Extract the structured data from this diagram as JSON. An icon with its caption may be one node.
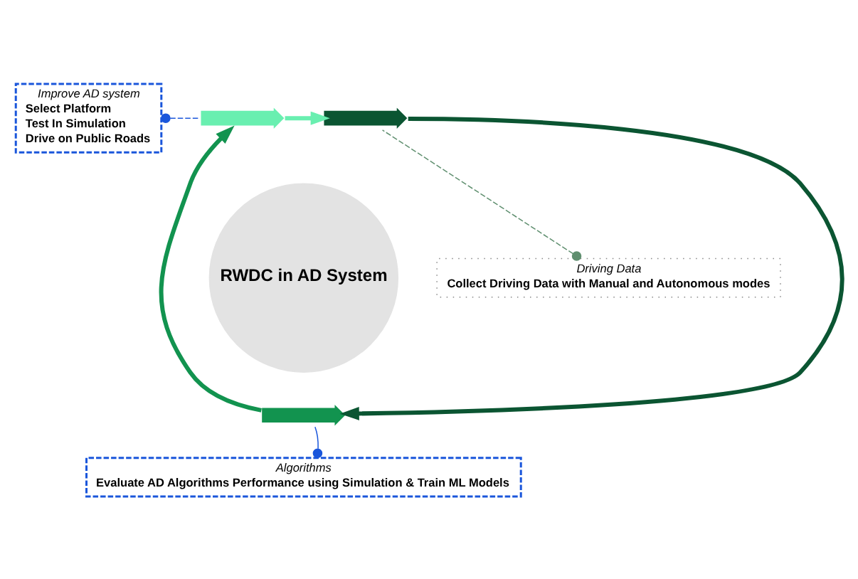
{
  "diagram": {
    "nodes": [
      {
        "text": [
          "Improve AD system",
          "Select Platform",
          "Test In Simulation",
          "Drive on Public Roads"
        ]
      },
      {
        "text": [
          "Driving Data",
          "Collect Driving Data with Manual and Autonomous modes"
        ]
      },
      {
        "text": [
          "RWDC in AD System"
        ]
      },
      {
        "text": [],
        "shape": "arc"
      },
      {
        "text": [],
        "shape": "arc"
      },
      {
        "text": [],
        "shape": "arc"
      },
      {
        "text": [
          "Algorithms",
          "Evaluate AD Algorithms Performance using Simulation & Train ML Models"
        ]
      }
    ],
    "edges": [
      {
        "from": 0,
        "to": 3,
        "arrow": "other",
        "style": "dashed",
        "color": "#1a56db"
      },
      {
        "from": 1,
        "to": 4,
        "arrow": "other",
        "style": "dashed",
        "color": "#5f8f6f"
      },
      {
        "from": 6,
        "to": 5,
        "arrow": "other",
        "color": "#1a56db"
      },
      {
        "from": 3,
        "to": 4,
        "arrow": "to",
        "style": "thick",
        "color": "#69efb0"
      },
      {
        "from": 4,
        "to": 5,
        "arrow": "to",
        "style": "thick",
        "color": "#0b5532"
      },
      {
        "from": 5,
        "to": 3,
        "arrow": "to",
        "style": "thick",
        "color": "#12934f"
      }
    ]
  }
}
